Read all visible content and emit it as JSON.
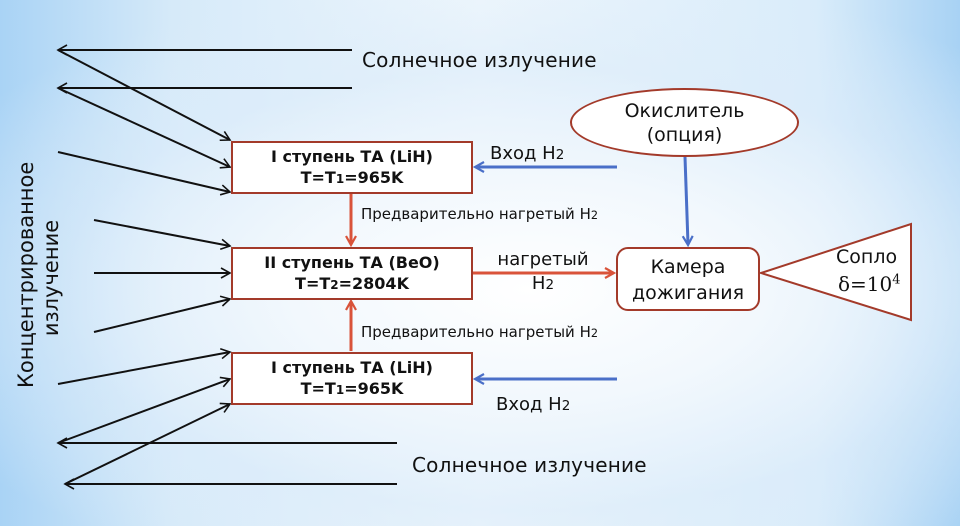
{
  "colors": {
    "box_border": "#a33a2a",
    "red_arrow": "#d9533a",
    "blue_arrow": "#4a6fc8",
    "ray": "#111111"
  },
  "labels": {
    "solar_top": "Солнечное излучение",
    "solar_bottom": "Солнечное излучение",
    "concentrated_line1": "Концентрированное",
    "concentrated_line2": "излучение",
    "inlet_top_prefix": "Вход Н",
    "inlet_top_sub": "2",
    "inlet_bottom_prefix": "Вход  Н",
    "inlet_bottom_sub": "2",
    "preheated_top_prefix": "Предварительно нагретый Н",
    "preheated_top_sub": "2",
    "preheated_bottom_prefix": "Предварительно нагретый Н",
    "preheated_bottom_sub": "2",
    "heated_line1": "нагретый",
    "heated_line2_prefix": "Н",
    "heated_line2_sub": "2"
  },
  "nodes": {
    "stage1_top": {
      "line1": "I ступень  ТА (LiH)",
      "line2_prefix": "T=T",
      "line2_sub": "1",
      "line2_suffix": "=965K"
    },
    "stage2": {
      "line1": "II ступень  ТА (BeO)",
      "line2_prefix": "T=T",
      "line2_sub": "2",
      "line2_suffix": "=2804K"
    },
    "stage1_bottom": {
      "line1": "I ступень  ТА (LiH)",
      "line2_prefix": "T=T",
      "line2_sub": "1",
      "line2_suffix": "=965K"
    },
    "oxidizer": {
      "line1": "Окислитель",
      "line2": "(опция)"
    },
    "chamber": {
      "line1": "Камера",
      "line2": "дожигания"
    },
    "nozzle": {
      "line1": "Сопло",
      "formula_prefix": "δ=10",
      "formula_exp": "4"
    }
  }
}
